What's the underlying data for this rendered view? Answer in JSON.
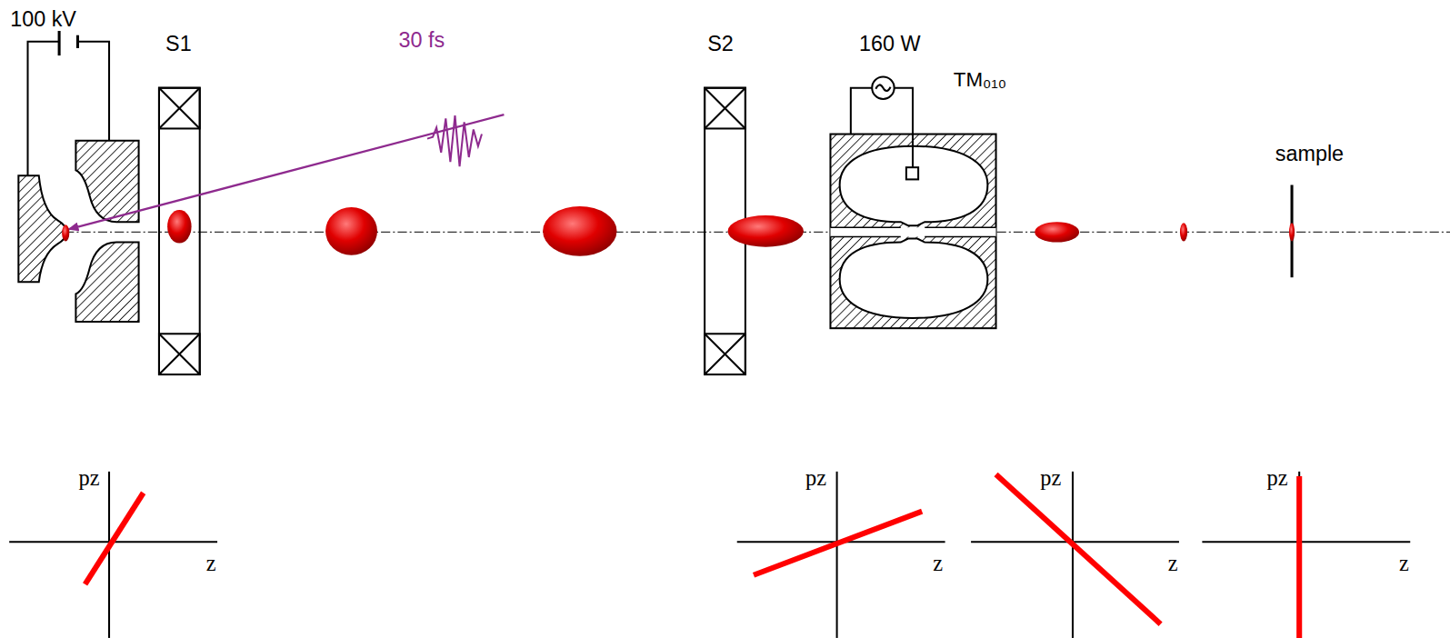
{
  "diagram": {
    "labels": [
      "100 kV",
      "S1",
      "30 fs",
      "S2",
      "160 W",
      "TM₀₁₀",
      "sample",
      "pz",
      "z",
      "pz",
      "z",
      "pz",
      "z",
      "pz",
      "z"
    ]
  }
}
